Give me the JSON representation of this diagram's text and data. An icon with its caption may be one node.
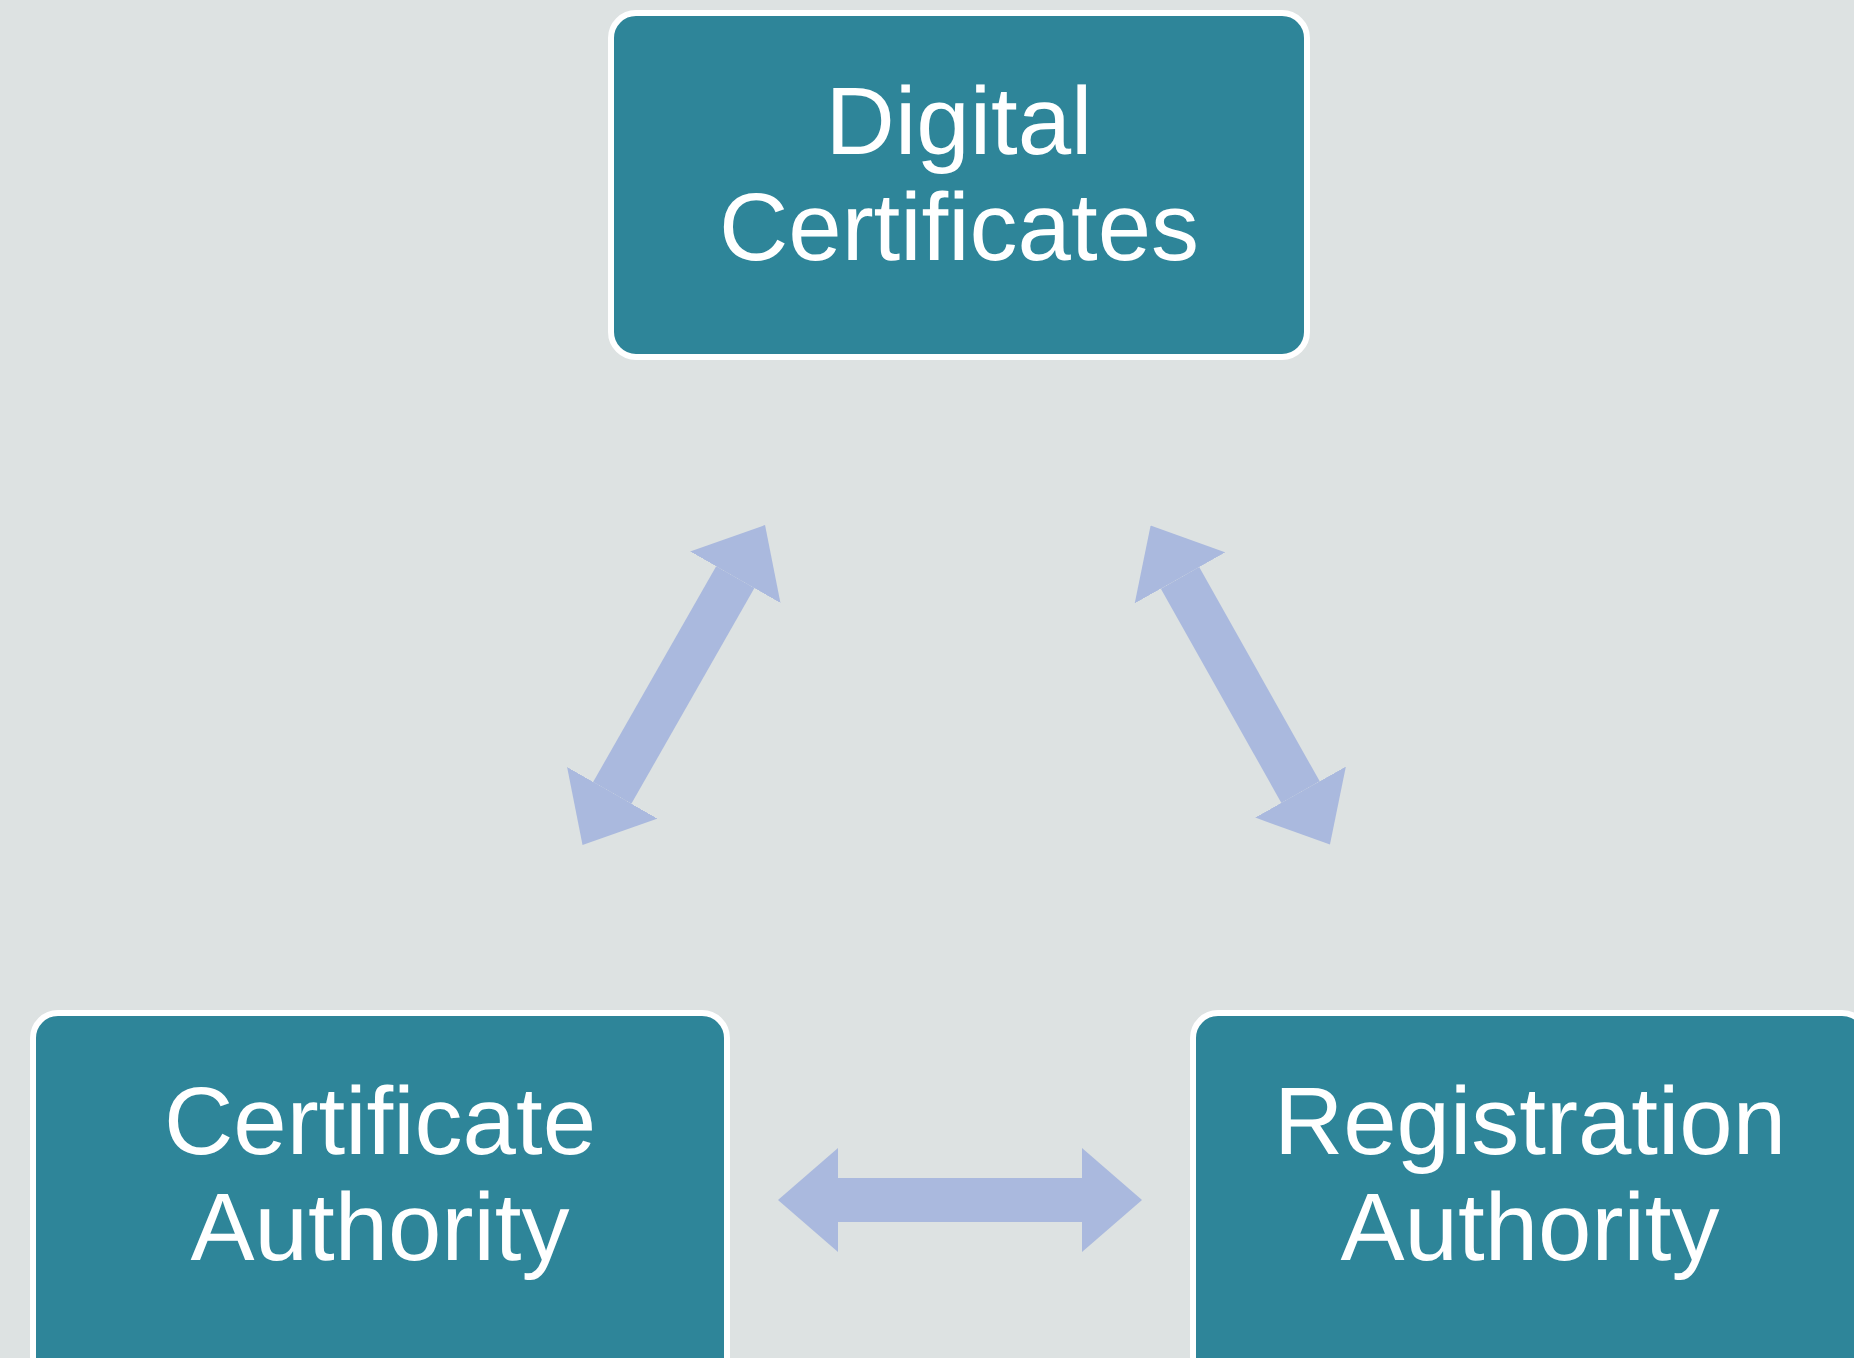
{
  "diagram": {
    "nodes": [
      {
        "text": [
          "Digital Certificates"
        ]
      },
      {
        "text": [
          "Certificate Authority"
        ]
      },
      {
        "text": [
          "Registration Authority"
        ]
      }
    ],
    "edges": [
      {
        "from": 0,
        "to": 1,
        "arrow": "both"
      },
      {
        "from": 0,
        "to": 2,
        "arrow": "both"
      },
      {
        "from": 1,
        "to": 2,
        "arrow": "both"
      }
    ]
  }
}
